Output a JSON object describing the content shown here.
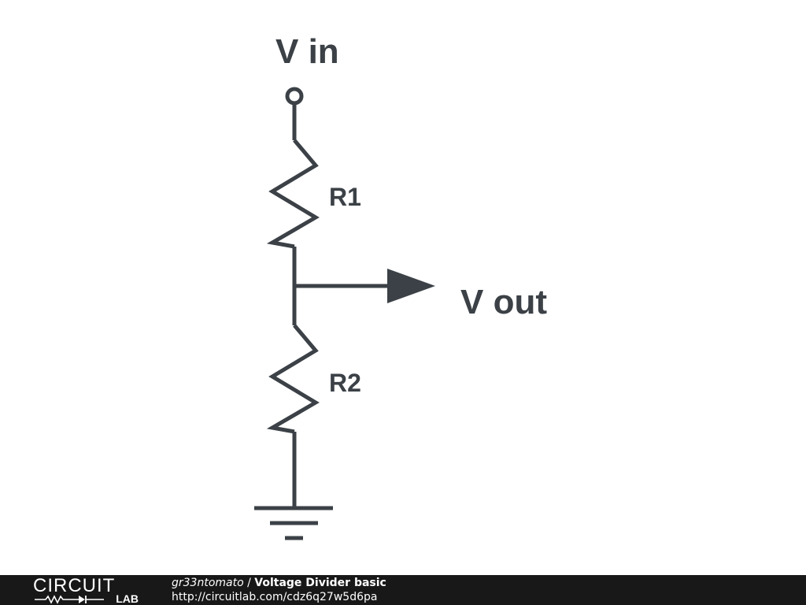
{
  "schematic": {
    "vin_label": "V in",
    "vout_label": "V out",
    "r1_label": "R1",
    "r2_label": "R2"
  },
  "footer": {
    "logo_word": "CIRCUIT",
    "logo_sub": "LAB",
    "author": "gr33ntomato",
    "separator": " / ",
    "title": "Voltage Divider basic",
    "url": "http://circuitlab.com/cdz6q27w5d6pa"
  },
  "colors": {
    "ink": "#3b4146",
    "footer_bg": "#181818",
    "footer_text": "#ffffff"
  }
}
